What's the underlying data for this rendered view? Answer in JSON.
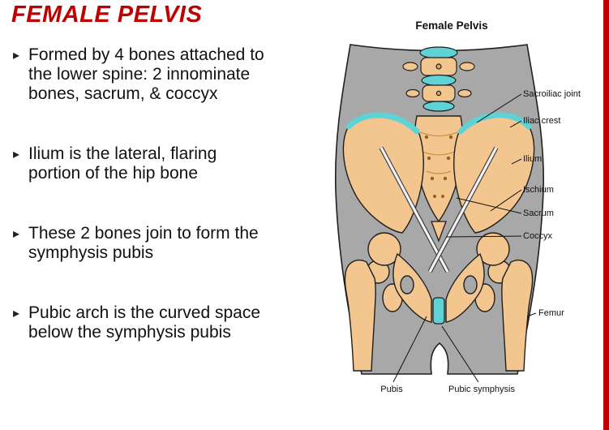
{
  "slide": {
    "title": "FEMALE PELVIS",
    "bullets": [
      "Formed by 4 bones attached to the lower spine: 2 innominate bones, sacrum, & coccyx",
      "Ilium is the lateral, flaring portion of the hip bone",
      "These 2 bones join to form the symphysis pubis",
      "Pubic arch is the curved space below the symphysis pubis"
    ],
    "accent_color": "#c00000"
  },
  "diagram": {
    "title": "Female Pelvis",
    "labels": {
      "sacroiliac_joint": "Sacroiliac joint",
      "iliac_crest": "Iliac crest",
      "ilium": "Ilium",
      "ischium": "Ischium",
      "sacrum": "Sacrum",
      "coccyx": "Coccyx",
      "femur": "Femur",
      "pubis": "Pubis",
      "pubic_symphysis": "Pubic symphysis"
    },
    "colors": {
      "bone": "#f4c68f",
      "cartilage": "#5fd2d5",
      "body": "#a8a8a8"
    }
  }
}
